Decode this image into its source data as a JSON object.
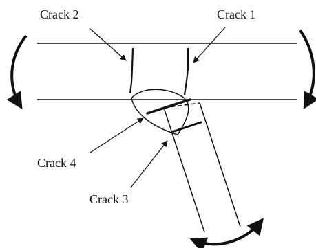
{
  "labels": {
    "crack_1": "Crack 1",
    "crack_2": "Crack 2",
    "crack_3": "Crack 3",
    "crack_4": "Crack 4"
  },
  "colors": {
    "ink": "#111111",
    "background": "#ffffff"
  }
}
